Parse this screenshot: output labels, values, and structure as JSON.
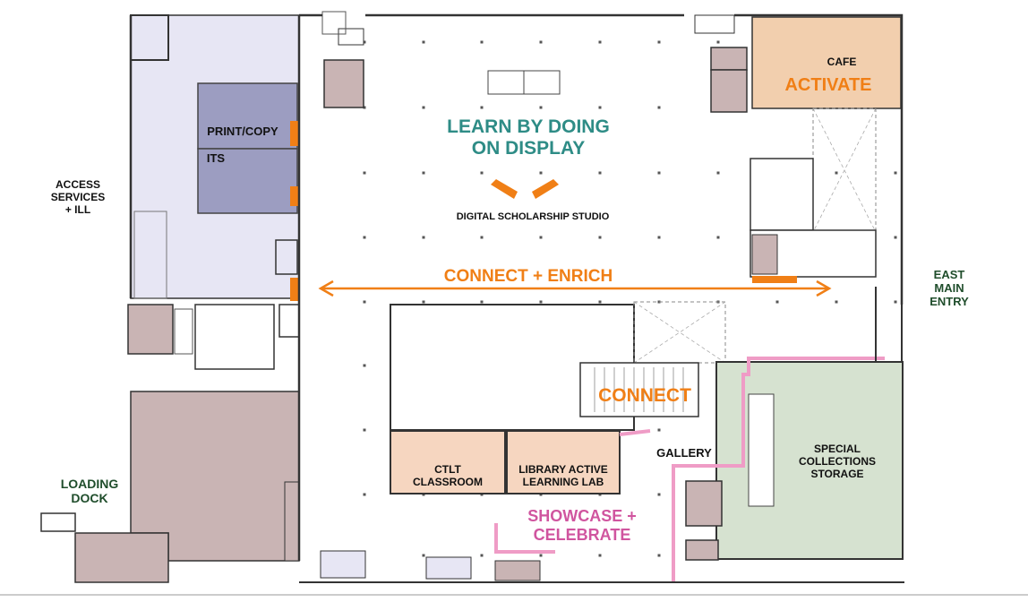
{
  "colors": {
    "access_fill": "#e7e6f4",
    "its_fill": "#9c9dc1",
    "brown_fill": "#c9b4b4",
    "cafe_fill": "#f2cfae",
    "lab_fill": "#f6d6c0",
    "special_fill": "#d6e2d0",
    "orange": "#f07f16",
    "pink": "#ef9cc6",
    "teal": "#2e8c86",
    "green_text": "#1f4d2b",
    "wall": "#333333"
  },
  "labels": {
    "access_services": "ACCESS\nSERVICES\n+ ILL",
    "print_copy": "PRINT/COPY",
    "its": "ITS",
    "learn_by_doing": "LEARN BY DOING\nON DISPLAY",
    "digital_studio": "DIGITAL SCHOLARSHIP STUDIO",
    "cafe": "CAFE",
    "activate": "ACTIVATE",
    "connect_enrich": "CONNECT + ENRICH",
    "east_main_entry": "EAST\nMAIN\nENTRY",
    "connect": "CONNECT",
    "gallery": "GALLERY",
    "ctlt_classroom": "CTLT\nCLASSROOM",
    "library_active": "LIBRARY ACTIVE\nLEARNING LAB",
    "special_collections": "SPECIAL\nCOLLECTIONS\nSTORAGE",
    "showcase": "SHOWCASE +\nCELEBRATE",
    "loading_dock": "LOADING\nDOCK"
  }
}
